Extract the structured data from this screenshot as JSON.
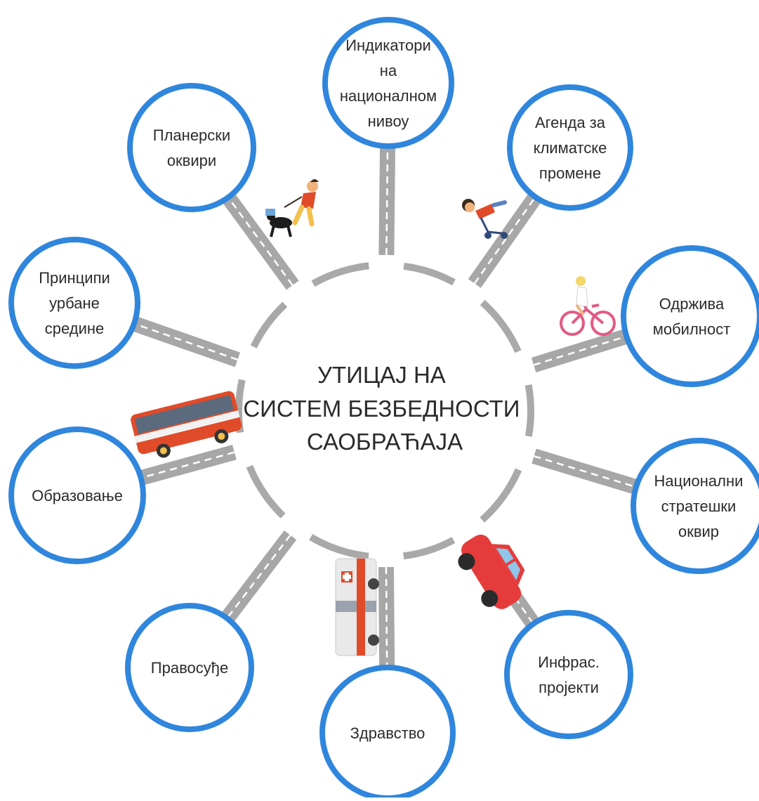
{
  "center": {
    "lines": [
      "УТИЦАЈ НА",
      "СИСТЕМ БЕЗБЕДНОСТИ",
      "САОБРАЋАЈА"
    ]
  },
  "nodes": [
    {
      "id": "indikatori",
      "lines": [
        "Индикатори",
        "на",
        "националном",
        "нивоу"
      ]
    },
    {
      "id": "agenda",
      "lines": [
        "Агенда за",
        "климатске",
        "промене"
      ]
    },
    {
      "id": "odrziva",
      "lines": [
        "Одржива",
        "мобилност"
      ]
    },
    {
      "id": "nacionalni",
      "lines": [
        "Национални",
        "стратешки",
        "оквир"
      ]
    },
    {
      "id": "infras",
      "lines": [
        "Инфрас.",
        "пројекти"
      ]
    },
    {
      "id": "zdravstvo",
      "lines": [
        "Здравство"
      ]
    },
    {
      "id": "pravosudje",
      "lines": [
        "Правосуђе"
      ]
    },
    {
      "id": "obrazovanje",
      "lines": [
        "Образовање"
      ]
    },
    {
      "id": "principi",
      "lines": [
        "Принципи",
        "урбане",
        "средине"
      ]
    },
    {
      "id": "planerski",
      "lines": [
        "Планерски",
        "оквири"
      ]
    }
  ],
  "illustrations": [
    "dog-walker-icon",
    "scooter-rider-icon",
    "cyclist-icon",
    "bus-icon",
    "ambulance-icon",
    "car-icon"
  ],
  "colors": {
    "circle_stroke": "#2f86dc",
    "road": "#a7a7a7",
    "ring": "#a9a9a9",
    "road_dash": "#ffffff"
  }
}
